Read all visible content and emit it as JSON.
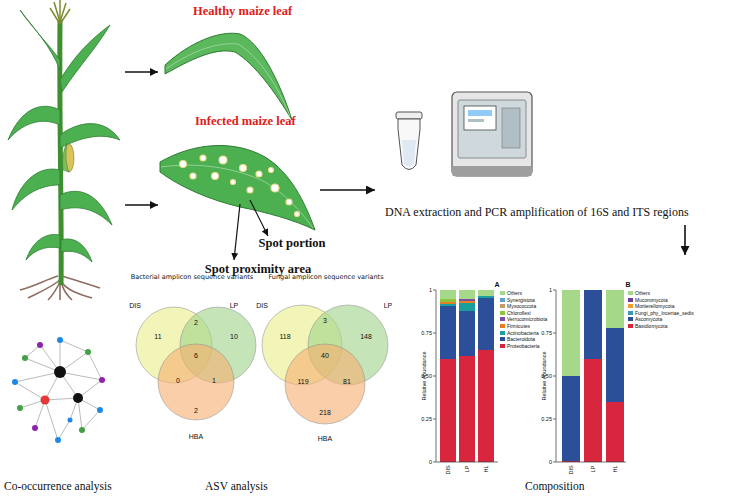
{
  "diagram": {
    "nodes": [
      {
        "text": [
          "Healthy maize leaf"
        ]
      },
      {
        "text": [
          "Infected maize leaf"
        ]
      },
      {
        "text": [
          "DNA extraction and PCR amplification of 16S and ITS regions"
        ]
      },
      {
        "text": [
          "Co-occurrence analysis"
        ]
      },
      {
        "text": [
          "ASV analysis"
        ]
      },
      {
        "text": [
          "Composition"
        ]
      }
    ],
    "edges": [
      {
        "from": 1,
        "to": 2,
        "arrow": "to"
      },
      {
        "from": 2,
        "to": 5,
        "arrow": "to"
      }
    ],
    "labels": [
      "Spot portion",
      "Spot proximity area",
      "DIS",
      "LP",
      "HBA",
      "11",
      "2",
      "10",
      "6",
      "0",
      "1",
      "2",
      "DIS",
      "LP",
      "HBA",
      "118",
      "3",
      "148",
      "40",
      "119",
      "81",
      "218",
      "A",
      "Relative Abundance",
      "0",
      "0.25",
      "0.50",
      "0.75",
      "1",
      "DIS",
      "LP",
      "HL",
      "B",
      "Relative Abundance",
      "0",
      "0.25",
      "0.50",
      "0.75",
      "1",
      "DIS",
      "LP",
      "HL",
      "Bacterial amplicon sequence variants",
      "Fungal amplicon sequence variants"
    ],
    "legend": [
      {
        "text": "Others",
        "color": "#a6d88a"
      },
      {
        "text": "Synergistota",
        "color": "#5fa0d0"
      },
      {
        "text": "Myxococcota",
        "color": "#c49a6c"
      },
      {
        "text": "Chloroflexi",
        "color": "#8cc63f"
      },
      {
        "text": "Verrucomicrobiota",
        "color": "#7b4fa0"
      },
      {
        "text": "Firmicutes",
        "color": "#e67e22"
      },
      {
        "text": "Actinobacteria",
        "color": "#1a9e9e"
      },
      {
        "text": "Bacteroidota",
        "color": "#2c4f9a"
      },
      {
        "text": "Proteobacteria",
        "color": "#d7263d"
      },
      {
        "text": "Others",
        "color": "#a6d88a"
      },
      {
        "text": "Mucoromycota",
        "color": "#6a3d9a"
      },
      {
        "text": "Mortierellomycota",
        "color": "#f0a030"
      },
      {
        "text": "Fungi_phy_Incertae_sedis",
        "color": "#3a9ab8"
      },
      {
        "text": "Ascomycota",
        "color": "#2c4f9a"
      },
      {
        "text": "Basidiomycota",
        "color": "#d7263d"
      }
    ]
  }
}
